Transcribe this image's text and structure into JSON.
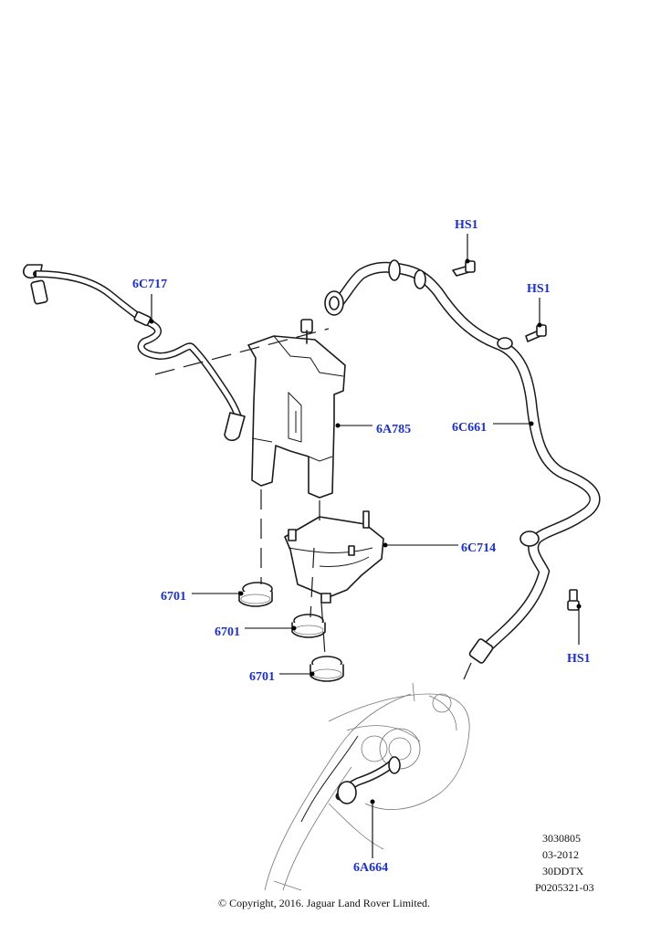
{
  "callouts": {
    "hs1_top": "HS1",
    "hs1_mid": "HS1",
    "hs1_low": "HS1",
    "6c717": "6C717",
    "6a785": "6A785",
    "6c661": "6C661",
    "6c714": "6C714",
    "6701_a": "6701",
    "6701_b": "6701",
    "6701_c": "6701",
    "6a664": "6A664"
  },
  "reference": {
    "line1": "3030805",
    "line2": "03-2012",
    "line3": "30DDTX",
    "line4": "P0205321-03"
  },
  "copyright": "© Copyright, 2016. Jaguar Land Rover Limited.",
  "colors": {
    "callout": "#1b2fd8",
    "line": "#1a1a1a"
  }
}
